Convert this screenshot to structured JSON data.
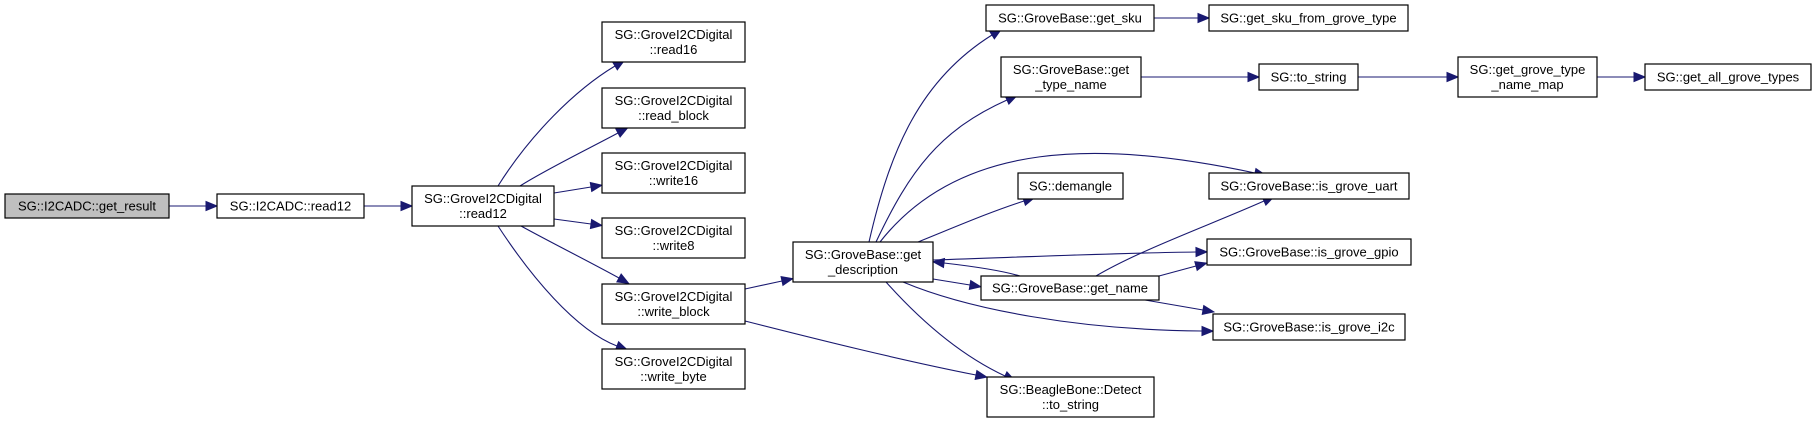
{
  "title": "Call graph for SG::I2CADC::get_result",
  "colors": {
    "edge": "#191970",
    "root_fill": "#bfbfbf",
    "node_fill": "#ffffff",
    "node_border": "#000000"
  },
  "nodes": [
    {
      "id": "get_result",
      "lines": [
        "SG::I2CADC::get_result"
      ],
      "root": true
    },
    {
      "id": "i2cadc_read12",
      "lines": [
        "SG::I2CADC::read12"
      ]
    },
    {
      "id": "grove_read12",
      "lines": [
        "SG::GroveI2CDigital",
        "::read12"
      ]
    },
    {
      "id": "read16",
      "lines": [
        "SG::GroveI2CDigital",
        "::read16"
      ]
    },
    {
      "id": "read_block",
      "lines": [
        "SG::GroveI2CDigital",
        "::read_block"
      ]
    },
    {
      "id": "write16",
      "lines": [
        "SG::GroveI2CDigital",
        "::write16"
      ]
    },
    {
      "id": "write8",
      "lines": [
        "SG::GroveI2CDigital",
        "::write8"
      ]
    },
    {
      "id": "write_block",
      "lines": [
        "SG::GroveI2CDigital",
        "::write_block"
      ]
    },
    {
      "id": "write_byte",
      "lines": [
        "SG::GroveI2CDigital",
        "::write_byte"
      ]
    },
    {
      "id": "get_description",
      "lines": [
        "SG::GroveBase::get",
        "_description"
      ]
    },
    {
      "id": "get_sku",
      "lines": [
        "SG::GroveBase::get_sku"
      ]
    },
    {
      "id": "get_type_name",
      "lines": [
        "SG::GroveBase::get",
        "_type_name"
      ]
    },
    {
      "id": "demangle",
      "lines": [
        "SG::demangle"
      ]
    },
    {
      "id": "get_name",
      "lines": [
        "SG::GroveBase::get_name"
      ]
    },
    {
      "id": "bb_to_string",
      "lines": [
        "SG::BeagleBone::Detect",
        "::to_string"
      ]
    },
    {
      "id": "get_sku_from_grove_type",
      "lines": [
        "SG::get_sku_from_grove_type"
      ]
    },
    {
      "id": "to_string",
      "lines": [
        "SG::to_string"
      ]
    },
    {
      "id": "is_grove_uart",
      "lines": [
        "SG::GroveBase::is_grove_uart"
      ]
    },
    {
      "id": "is_grove_gpio",
      "lines": [
        "SG::GroveBase::is_grove_gpio"
      ]
    },
    {
      "id": "is_grove_i2c",
      "lines": [
        "SG::GroveBase::is_grove_i2c"
      ]
    },
    {
      "id": "get_grove_type_name_map",
      "lines": [
        "SG::get_grove_type",
        "_name_map"
      ]
    },
    {
      "id": "get_all_grove_types",
      "lines": [
        "SG::get_all_grove_types"
      ]
    }
  ],
  "edges": [
    {
      "from": "get_result",
      "to": "i2cadc_read12"
    },
    {
      "from": "i2cadc_read12",
      "to": "grove_read12"
    },
    {
      "from": "grove_read12",
      "to": "read16"
    },
    {
      "from": "grove_read12",
      "to": "read_block"
    },
    {
      "from": "grove_read12",
      "to": "write16"
    },
    {
      "from": "grove_read12",
      "to": "write8"
    },
    {
      "from": "grove_read12",
      "to": "write_block"
    },
    {
      "from": "grove_read12",
      "to": "write_byte"
    },
    {
      "from": "write_block",
      "to": "get_description"
    },
    {
      "from": "write_block",
      "to": "bb_to_string"
    },
    {
      "from": "get_description",
      "to": "get_sku"
    },
    {
      "from": "get_description",
      "to": "get_type_name"
    },
    {
      "from": "get_description",
      "to": "is_grove_uart"
    },
    {
      "from": "get_description",
      "to": "demangle"
    },
    {
      "from": "get_description",
      "to": "is_grove_gpio"
    },
    {
      "from": "get_description",
      "to": "get_name"
    },
    {
      "from": "get_description",
      "to": "is_grove_i2c"
    },
    {
      "from": "get_description",
      "to": "bb_to_string"
    },
    {
      "from": "get_name",
      "to": "get_description"
    },
    {
      "from": "get_name",
      "to": "is_grove_uart"
    },
    {
      "from": "get_name",
      "to": "is_grove_gpio"
    },
    {
      "from": "get_name",
      "to": "is_grove_i2c"
    },
    {
      "from": "get_sku",
      "to": "get_sku_from_grove_type"
    },
    {
      "from": "get_type_name",
      "to": "to_string"
    },
    {
      "from": "to_string",
      "to": "get_grove_type_name_map"
    },
    {
      "from": "get_grove_type_name_map",
      "to": "get_all_grove_types"
    }
  ]
}
